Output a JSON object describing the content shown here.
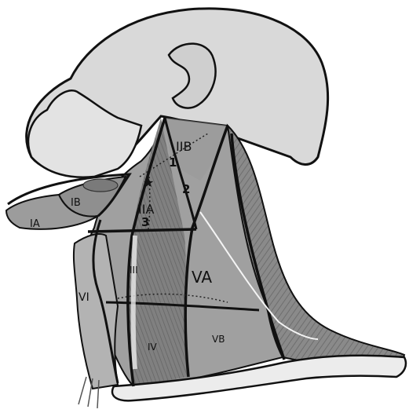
{
  "figure": {
    "labels": {
      "IA_left": "IA",
      "IB": "IB",
      "IIB": "IIB",
      "IIA": "IIA",
      "one": "1",
      "two": "2",
      "three": "3",
      "star": "★",
      "III": "III",
      "VI": "VI",
      "VA": "VA",
      "IV": "IV",
      "VB": "VB"
    }
  }
}
